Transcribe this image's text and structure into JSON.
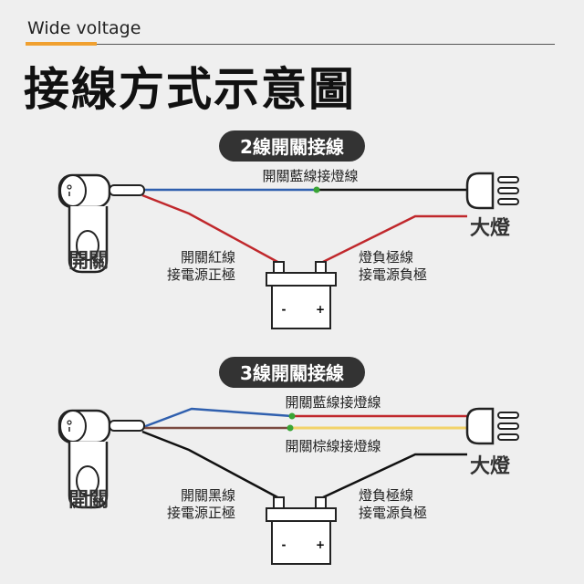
{
  "header": {
    "subtitle": "Wide voltage",
    "title": "接線方式示意圖"
  },
  "colors": {
    "accent": "#f0a030",
    "blue": "#2f5fae",
    "red": "#c0282c",
    "brown": "#7a4a40",
    "yellow": "#f2d36a",
    "green": "#3aa535",
    "pill": "#333333"
  },
  "diagram_2wire": {
    "title": "2線開關接線",
    "switch_label": "開關",
    "lamp_label": "大燈",
    "top_wire_label": "開關藍線接燈線",
    "left_label": [
      "開關紅線",
      "接電源正極"
    ],
    "right_label": [
      "燈負極線",
      "接電源負極"
    ],
    "battery": {
      "minus": "-",
      "plus": "+"
    }
  },
  "diagram_3wire": {
    "title": "3線開關接線",
    "switch_label": "開關",
    "lamp_label": "大燈",
    "top_wire_label": "開關藍線接燈線",
    "mid_wire_label": "開關棕線接燈線",
    "left_label": [
      "開關黑線",
      "接電源正極"
    ],
    "right_label": [
      "燈負極線",
      "接電源負極"
    ],
    "battery": {
      "minus": "-",
      "plus": "+"
    }
  }
}
